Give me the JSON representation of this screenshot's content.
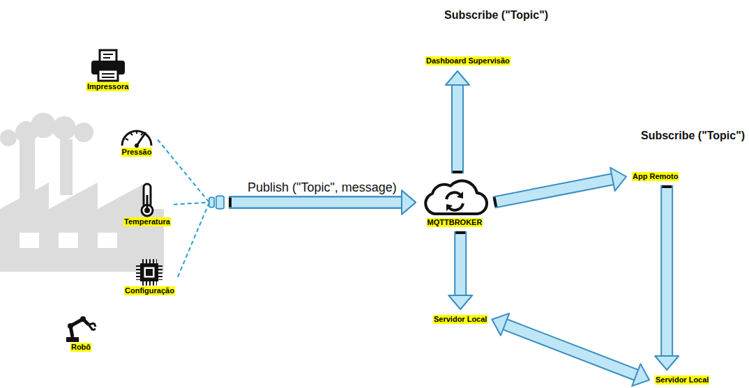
{
  "diagram": {
    "nodes": [
      {
        "text": [
          "Impressora"
        ]
      },
      {
        "text": [
          "Pressão"
        ]
      },
      {
        "text": [
          "Temperatura"
        ]
      },
      {
        "text": [
          "Configuração"
        ]
      },
      {
        "text": [
          "Robô"
        ]
      },
      {
        "text": [
          "Dashboard Supervisão"
        ]
      },
      {
        "text": [
          "MQTTBROKER"
        ]
      },
      {
        "text": [
          "App Remoto"
        ]
      },
      {
        "text": [
          "Servidor Local"
        ]
      },
      {
        "text": [
          "Servidor Local"
        ]
      }
    ],
    "edges": [
      {
        "from": 1,
        "to": 6,
        "arrow": "to"
      },
      {
        "from": 2,
        "to": 6,
        "arrow": "to",
        "label": "Publish (\"Topic\", message)"
      },
      {
        "from": 3,
        "to": 6,
        "arrow": "to"
      },
      {
        "from": 6,
        "to": 5,
        "arrow": "to"
      },
      {
        "from": 6,
        "to": 7,
        "arrow": "to"
      },
      {
        "from": 6,
        "to": 8,
        "arrow": "to"
      },
      {
        "from": 7,
        "to": 9,
        "arrow": "to"
      },
      {
        "from": 8,
        "to": 9,
        "arrow": "both"
      }
    ],
    "labels": [
      "Subscribe (\"Topic\")",
      "Subscribe (\"Topic\")"
    ]
  }
}
